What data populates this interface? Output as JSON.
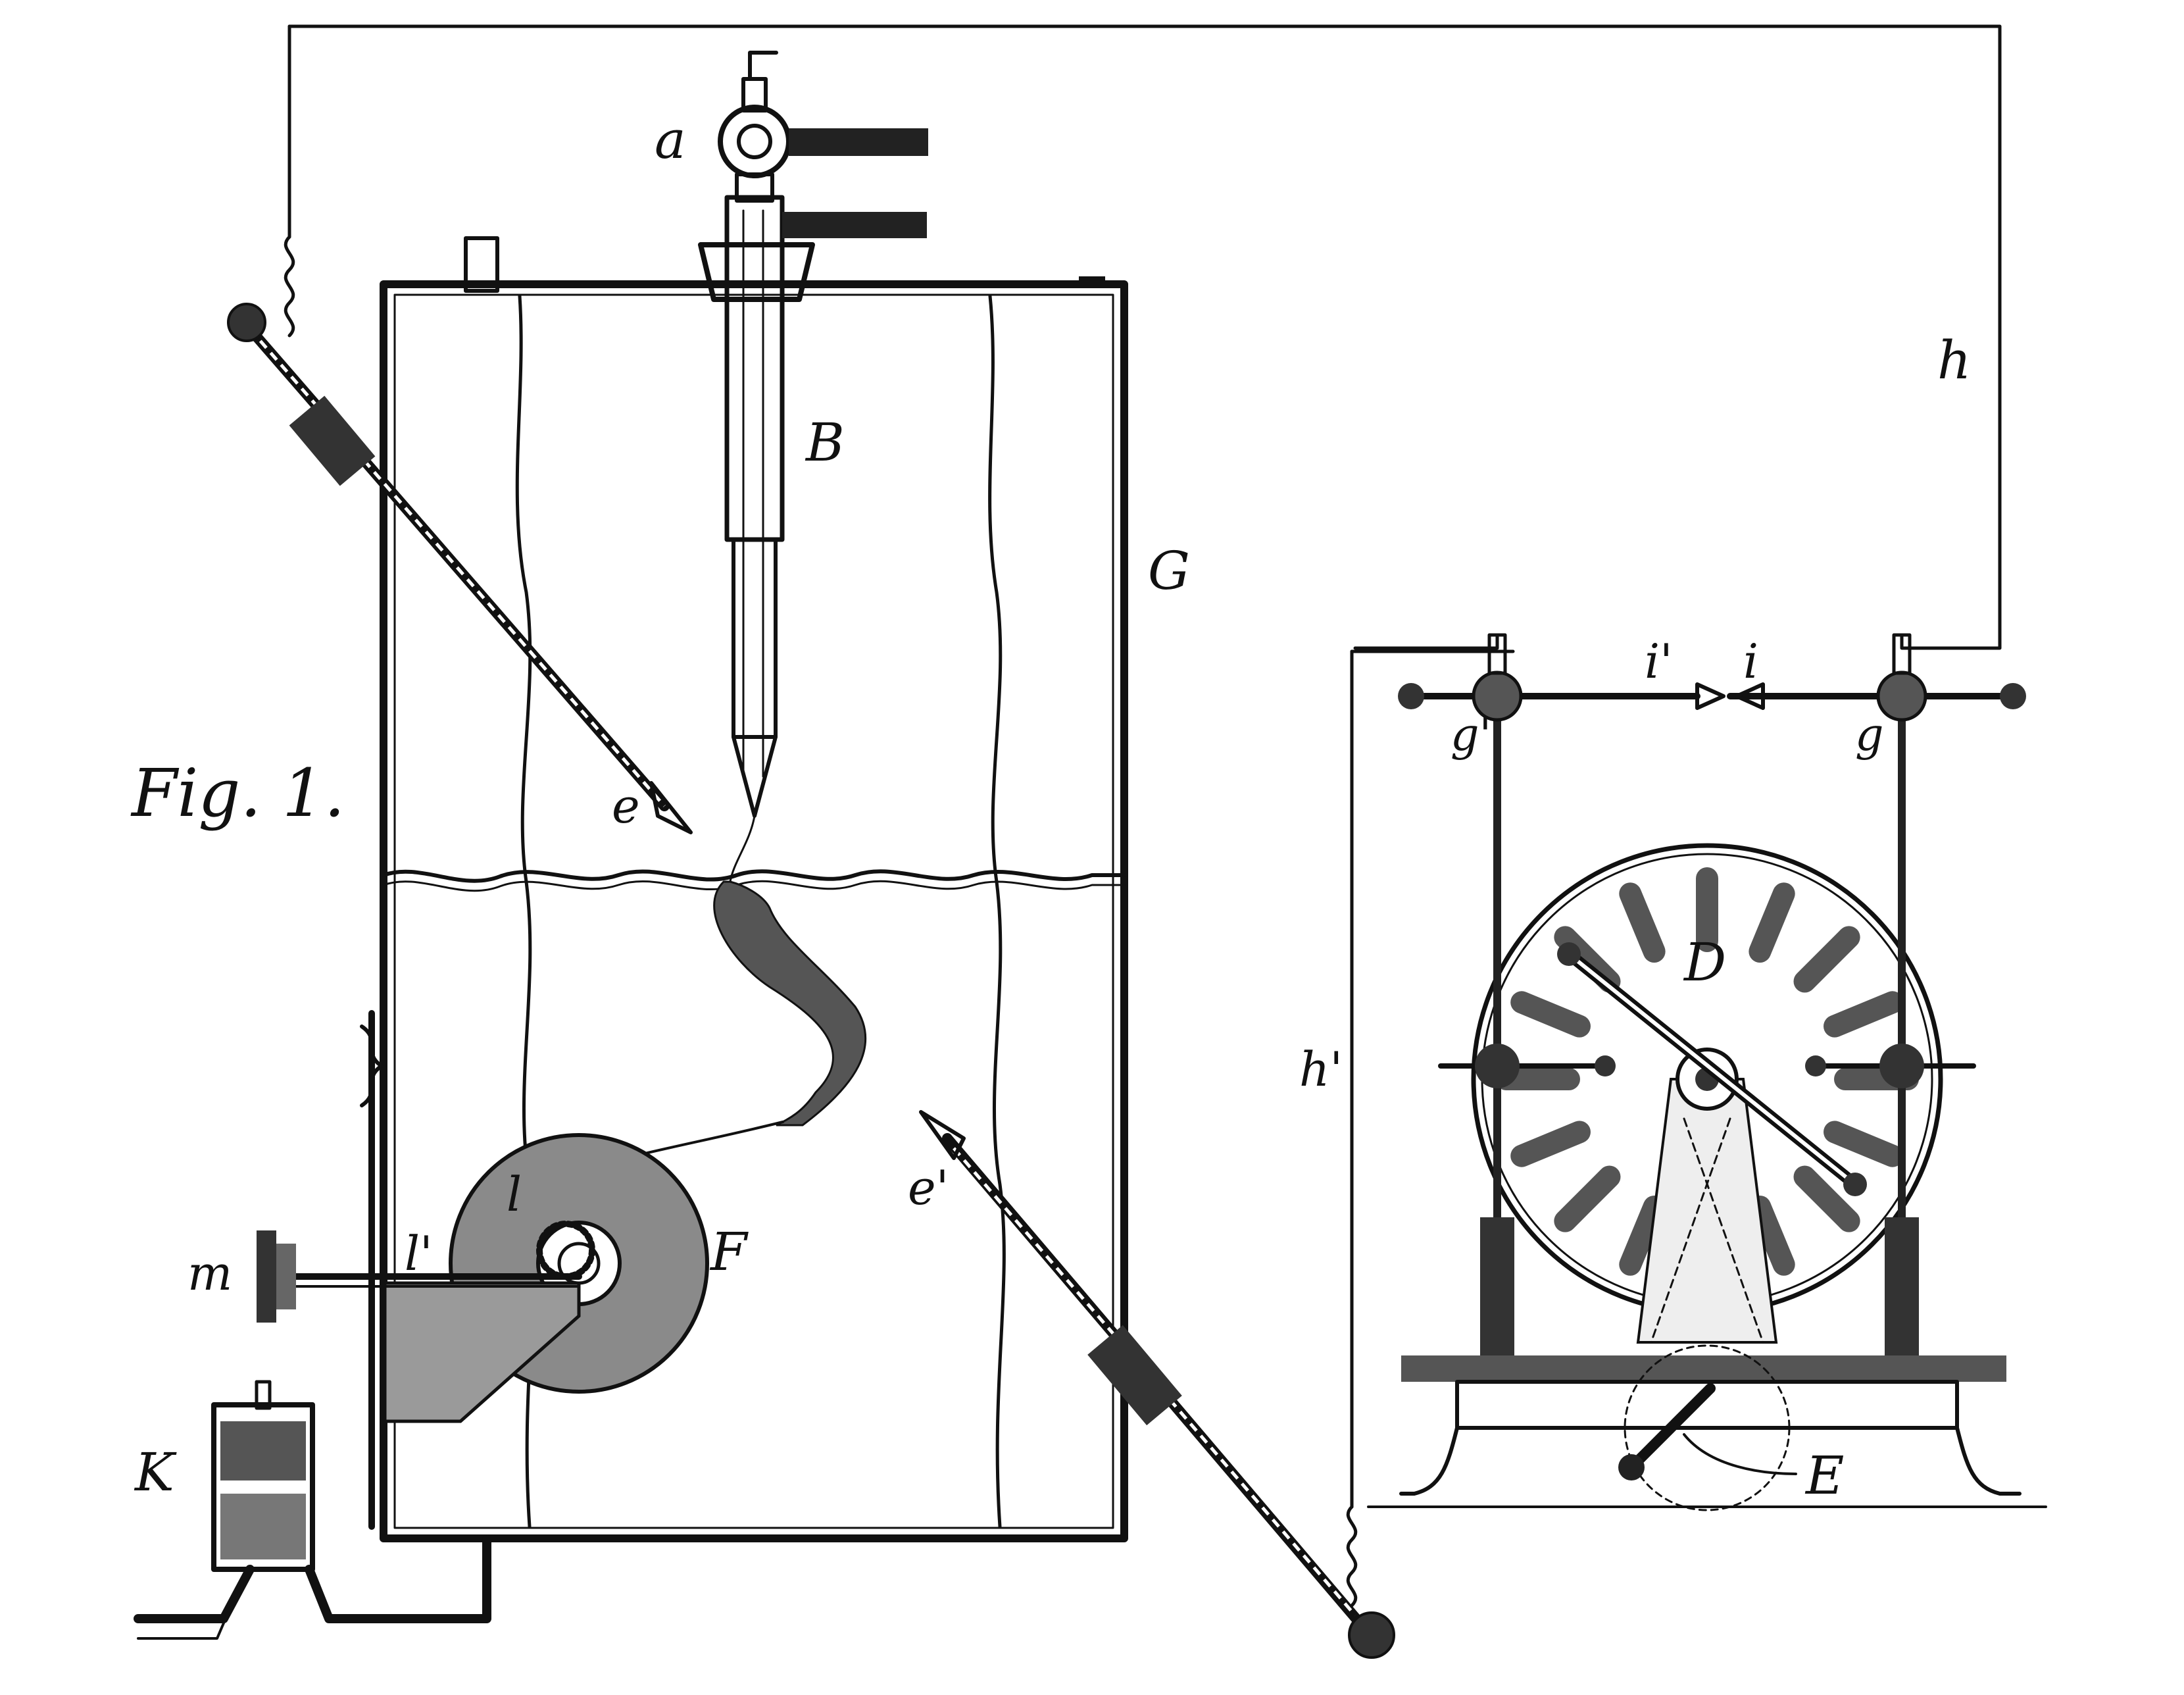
{
  "figure": {
    "title": "Fig. 1.",
    "ink_color": "#111111",
    "paper_color": "#ffffff"
  },
  "labels": {
    "a": "a",
    "B": "B",
    "G": "G",
    "h": "h",
    "h_prime": "h'",
    "i": "i",
    "i_prime": "i'",
    "g": "g",
    "g_prime": "g'",
    "D": "D",
    "E": "E",
    "e": "e",
    "e_prime": "e'",
    "F": "F",
    "l": "l",
    "l_prime": "l'",
    "m": "m",
    "K": "K"
  }
}
